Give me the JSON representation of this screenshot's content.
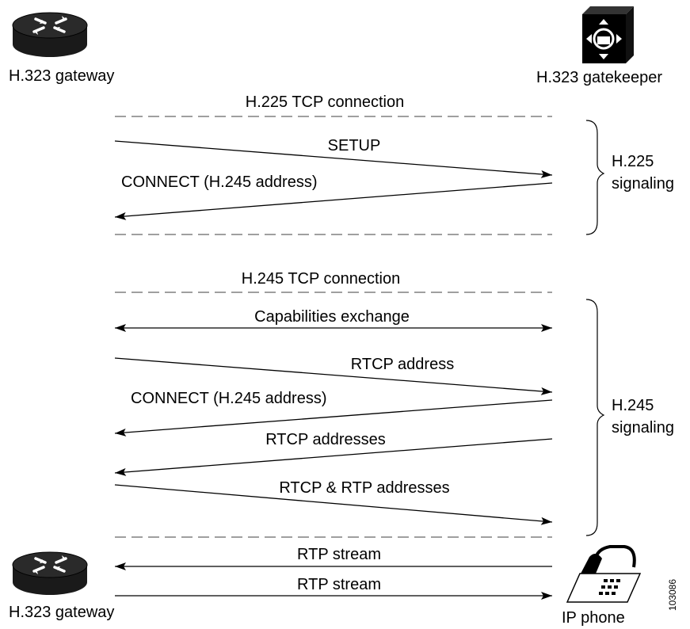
{
  "devices": {
    "gateway_top": "H.323 gateway",
    "gatekeeper": "H.323 gatekeeper",
    "gateway_bottom": "H.323 gateway",
    "phone": "IP phone"
  },
  "h225": {
    "connection_label": "H.225 TCP connection",
    "messages": [
      "SETUP",
      "CONNECT (H.245 address)"
    ],
    "signaling_label": "H.225\nsignaling"
  },
  "h245": {
    "connection_label": "H.245 TCP connection",
    "messages": [
      "Capabilities exchange",
      "RTCP address",
      "CONNECT (H.245 address)",
      "RTCP addresses",
      "RTCP & RTP addresses"
    ],
    "signaling_label": "H.245\nsignaling"
  },
  "media": {
    "streams": [
      "RTP stream",
      "RTP stream"
    ]
  },
  "figure_id": "103086",
  "colors": {
    "ink": "#000000",
    "dash": "#666666",
    "router_body": "#1a1a1a"
  }
}
